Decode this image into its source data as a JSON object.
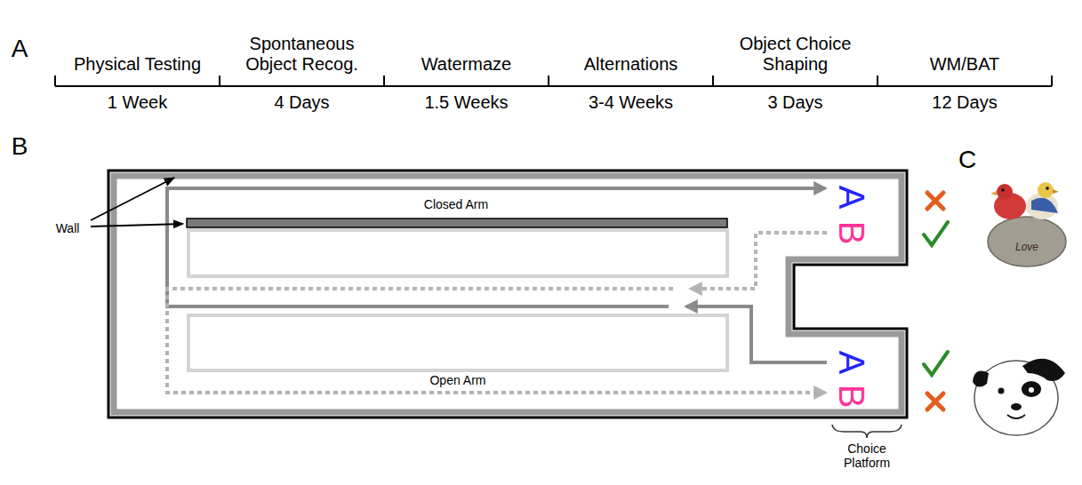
{
  "diagram": {
    "labels": [
      "A",
      "Physical Testing",
      "1 Week",
      "Spontaneous Object Recog.",
      "4 Days",
      "Watermaze",
      "1.5 Weeks",
      "Alternations",
      "3-4 Weeks",
      "Object Choice Shaping",
      "3 Days",
      "WM/BAT",
      "12 Days",
      "B",
      "Wall",
      "Closed Arm",
      "A",
      "B",
      "Open Arm",
      "A",
      "B",
      "Choice Platform",
      "C",
      "Love"
    ]
  }
}
